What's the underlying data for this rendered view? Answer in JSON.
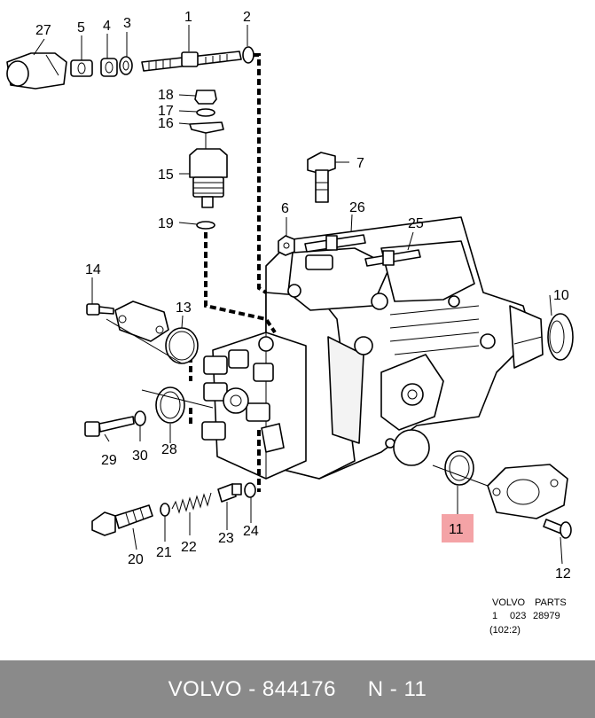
{
  "callouts": {
    "c1": "1",
    "c2": "2",
    "c3": "3",
    "c4": "4",
    "c5": "5",
    "c6": "6",
    "c7": "7",
    "c10": "10",
    "c11": "11",
    "c12": "12",
    "c13": "13",
    "c14": "14",
    "c15": "15",
    "c16": "16",
    "c17": "17",
    "c18": "18",
    "c19": "19",
    "c20": "20",
    "c21": "21",
    "c22": "22",
    "c23": "23",
    "c24": "24",
    "c25": "25",
    "c26": "26",
    "c27": "27",
    "c28": "28",
    "c29": "29",
    "c30": "30"
  },
  "highlight": {
    "part": "11",
    "color": "#f4a3a6"
  },
  "reference": {
    "brand": "VOLVO",
    "label": "PARTS",
    "line2_a": "1",
    "line2_b": "023",
    "line2_c": "28979",
    "line3": "(102:2)"
  },
  "footer": {
    "text": "VOLVO - 844176     N - 11",
    "background": "#8a8a8a"
  }
}
